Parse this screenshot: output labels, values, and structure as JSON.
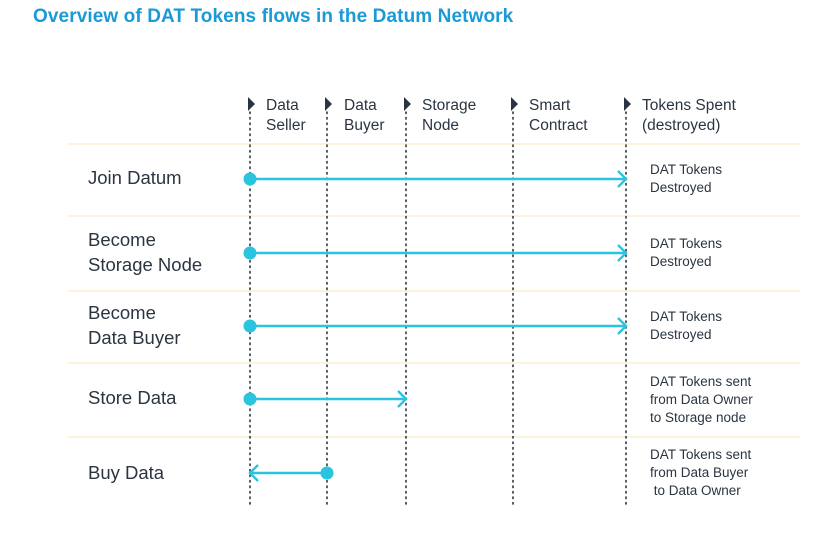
{
  "title": "Overview of DAT Tokens flows in the Datum Network",
  "colors": {
    "title": "#1a9ad6",
    "arrow": "#2bc4df",
    "text": "#2b3542",
    "separator": "#fbe6b8",
    "marker": "#2b3542"
  },
  "columns": [
    {
      "id": "data-seller",
      "lines": [
        "Data",
        "Seller"
      ]
    },
    {
      "id": "data-buyer",
      "lines": [
        "Data",
        "Buyer"
      ]
    },
    {
      "id": "storage-node",
      "lines": [
        "Storage",
        "Node"
      ]
    },
    {
      "id": "smart-contract",
      "lines": [
        "Smart",
        "Contract"
      ]
    },
    {
      "id": "tokens-spent",
      "lines": [
        "Tokens Spent",
        "(destroyed)"
      ]
    }
  ],
  "rows": [
    {
      "label_lines": [
        "Join Datum"
      ],
      "flow": {
        "from": "data-seller",
        "to": "tokens-spent"
      },
      "note_lines": [
        "DAT Tokens",
        "Destroyed"
      ]
    },
    {
      "label_lines": [
        "Become",
        "Storage Node"
      ],
      "flow": {
        "from": "data-seller",
        "to": "tokens-spent"
      },
      "note_lines": [
        "DAT Tokens",
        "Destroyed"
      ]
    },
    {
      "label_lines": [
        "Become",
        "Data Buyer"
      ],
      "flow": {
        "from": "data-seller",
        "to": "tokens-spent"
      },
      "note_lines": [
        "DAT Tokens",
        "Destroyed"
      ]
    },
    {
      "label_lines": [
        "Store Data"
      ],
      "flow": {
        "from": "data-seller",
        "to": "storage-node"
      },
      "note_lines": [
        "DAT Tokens sent",
        "from Data Owner",
        "to Storage node"
      ]
    },
    {
      "label_lines": [
        "Buy Data"
      ],
      "flow": {
        "from": "data-buyer",
        "to": "data-seller"
      },
      "note_lines": [
        "DAT Tokens sent",
        "from Data Buyer",
        " to Data Owner"
      ]
    }
  ]
}
